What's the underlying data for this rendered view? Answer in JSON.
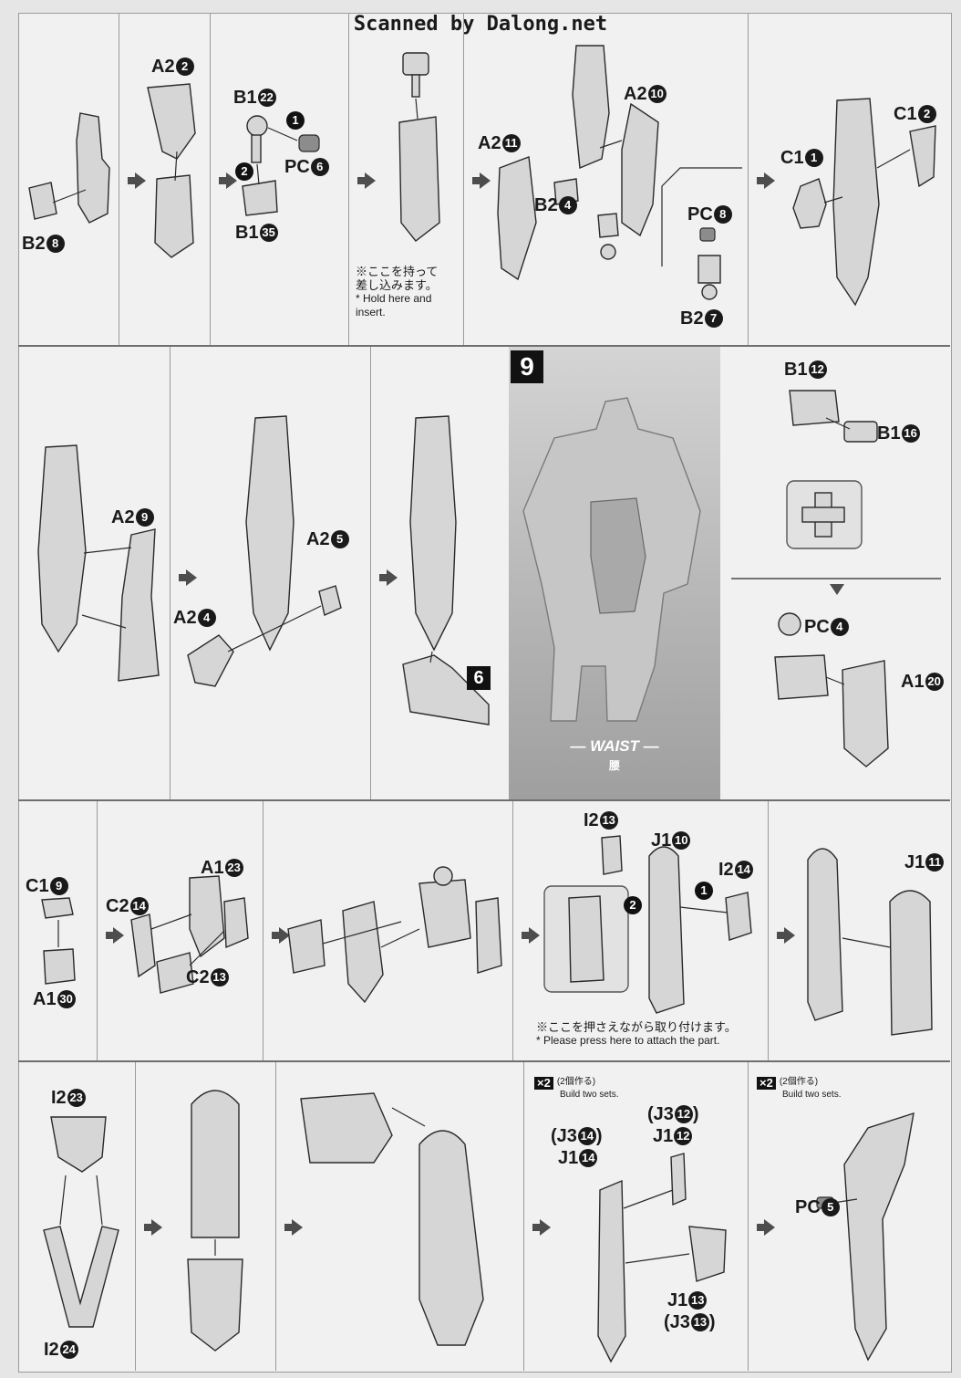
{
  "banner": "Scanned by Dalong.net",
  "row1": {
    "labels": {
      "b2_8": {
        "code": "B2",
        "num": "8"
      },
      "a2_2": {
        "code": "A2",
        "num": "2"
      },
      "b1_22": {
        "code": "B1",
        "num": "22"
      },
      "pc_6": {
        "code": "PC",
        "num": "6"
      },
      "b1_35": {
        "code": "B1",
        "num": "35"
      },
      "a2_11": {
        "code": "A2",
        "num": "11"
      },
      "a2_10": {
        "code": "A2",
        "num": "10"
      },
      "b2_4": {
        "code": "B2",
        "num": "4"
      },
      "pc_8": {
        "code": "PC",
        "num": "8"
      },
      "b2_7": {
        "code": "B2",
        "num": "7"
      },
      "c1_1": {
        "code": "C1",
        "num": "1"
      },
      "c1_2": {
        "code": "C1",
        "num": "2"
      }
    },
    "order1": "1",
    "order2": "2",
    "note_jp1": "※ここを持って",
    "note_jp2": "差し込みます。",
    "note_en1": "* Hold here and",
    "note_en2": "insert."
  },
  "row2": {
    "labels": {
      "a2_9": {
        "code": "A2",
        "num": "9"
      },
      "a2_4": {
        "code": "A2",
        "num": "4"
      },
      "a2_5": {
        "code": "A2",
        "num": "5"
      },
      "b1_12": {
        "code": "B1",
        "num": "12"
      },
      "b1_16": {
        "code": "B1",
        "num": "16"
      },
      "pc_4": {
        "code": "PC",
        "num": "4"
      },
      "a1_20": {
        "code": "A1",
        "num": "20"
      }
    },
    "step_ref": "6",
    "step_number": "9",
    "waist_en": "— WAIST —",
    "waist_jp": "腰"
  },
  "row3": {
    "labels": {
      "c1_9": {
        "code": "C1",
        "num": "9"
      },
      "a1_30": {
        "code": "A1",
        "num": "30"
      },
      "a1_23": {
        "code": "A1",
        "num": "23"
      },
      "c2_14": {
        "code": "C2",
        "num": "14"
      },
      "c2_13": {
        "code": "C2",
        "num": "13"
      },
      "i2_13": {
        "code": "I2",
        "num": "13"
      },
      "j1_10": {
        "code": "J1",
        "num": "10"
      },
      "i2_14": {
        "code": "I2",
        "num": "14"
      },
      "j1_11": {
        "code": "J1",
        "num": "11"
      }
    },
    "order1": "1",
    "order2": "2",
    "note_jp": "※ここを押さえながら取り付けます。",
    "note_en": "* Please press here to attach the part."
  },
  "row4": {
    "labels": {
      "i2_23": {
        "code": "I2",
        "num": "23"
      },
      "i2_24": {
        "code": "I2",
        "num": "24"
      },
      "j3_14": {
        "code": "(J3",
        "num": "14",
        "close": ")"
      },
      "j1_14": {
        "code": "J1",
        "num": "14"
      },
      "j3_12": {
        "code": "(J3",
        "num": "12",
        "close": ")"
      },
      "j1_12": {
        "code": "J1",
        "num": "12"
      },
      "j1_13": {
        "code": "J1",
        "num": "13"
      },
      "j3_13": {
        "code": "(J3",
        "num": "13",
        "close": ")"
      },
      "pc_5": {
        "code": "PC",
        "num": "5"
      }
    },
    "x2_badge": "×2",
    "x2_jp": "(2個作る)",
    "x2_en": "Build two sets."
  }
}
